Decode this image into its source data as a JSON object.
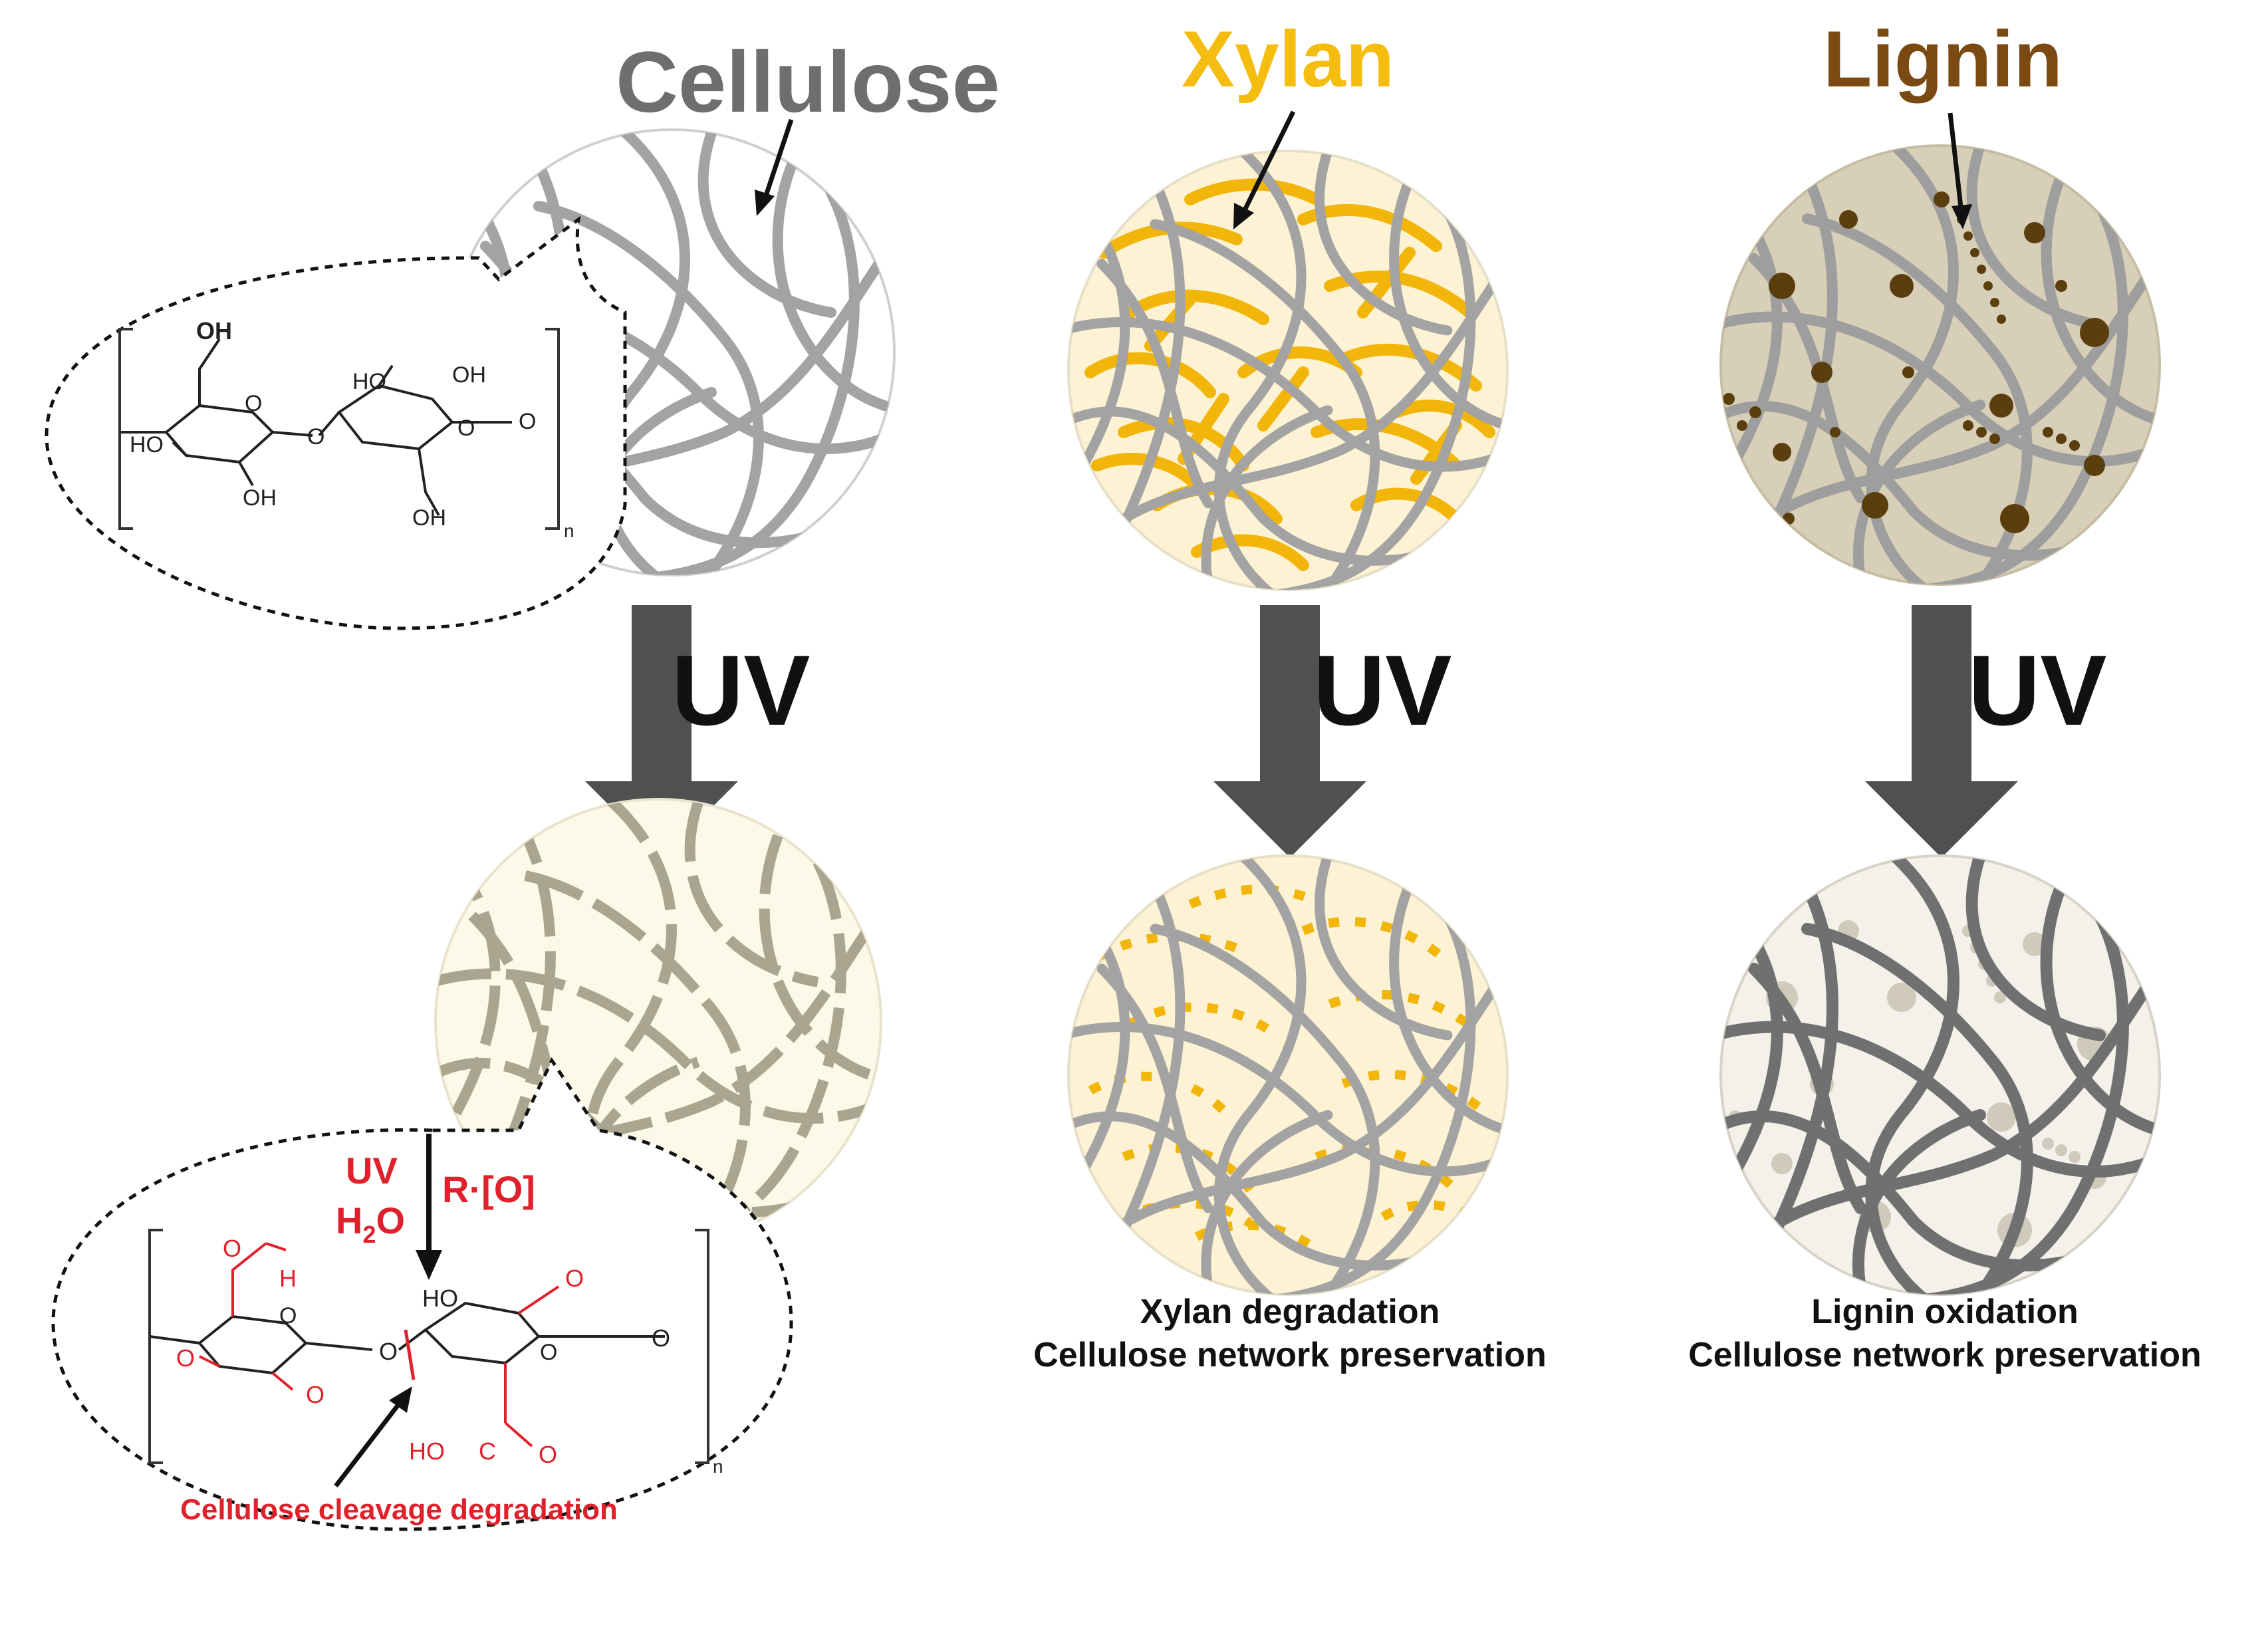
{
  "columns": [
    {
      "id": "cellulose",
      "title": "Cellulose",
      "title_color": "#6e6e6e",
      "uv_label": "UV"
    },
    {
      "id": "xylan",
      "title": "Xylan",
      "title_color": "#f5bd0f",
      "uv_label": "UV"
    },
    {
      "id": "lignin",
      "title": "Lignin",
      "title_color": "#7a4a12",
      "uv_label": "UV"
    }
  ],
  "colors": {
    "fiber_gray": "#a3a3a3",
    "fiber_dark": "#707070",
    "fiber_khaki": "#aaa58e",
    "xylan_yellow": "#f2b50a",
    "lignin_brown": "#5a3e0e",
    "reaction_red": "#e0202a",
    "arrow_gray": "#505050"
  },
  "chemistry": {
    "top_bubble": {
      "oh_top": "OH",
      "ho_left": "HO",
      "oh_bottom": "OH",
      "o_link": "O",
      "ho_right": "HO",
      "oh_right": "OH",
      "o_end": "O",
      "oh_lower": "OH",
      "ring_o1": "O",
      "ring_o2": "O",
      "subscript": "n"
    },
    "bottom_bubble": {
      "uv": "UV",
      "h2o_main": "H",
      "h2o_sub": "2",
      "h2o_end": "O",
      "radical": "R·[O]",
      "aldehyde_o": "O",
      "aldehyde_h": "H",
      "ketone_o1": "O",
      "ketone_o2": "O",
      "ketone_o3": "O",
      "ho_right": "HO",
      "ho_acid": "HO",
      "acid_c": "C",
      "acid_o": "O",
      "o_link": "O",
      "o_end": "O",
      "ring_o1": "O",
      "ring_o2": "O",
      "subscript": "n",
      "cleavage_caption": "Cellulose cleavage degradation"
    }
  },
  "captions": {
    "xylan_line1": "Xylan degradation",
    "xylan_line2": "Cellulose network preservation",
    "lignin_line1": "Lignin oxidation",
    "lignin_line2": "Cellulose network preservation"
  }
}
